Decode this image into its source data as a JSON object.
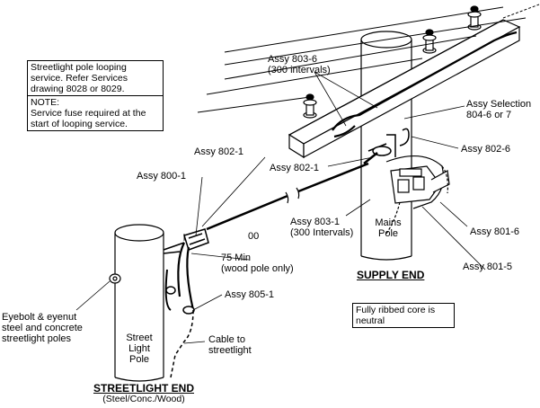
{
  "note_box": {
    "line1": "Streetlight pole looping",
    "line2": "service. Refer Services",
    "line3": "drawing 8028 or 8029.",
    "note_title": "NOTE:",
    "note_line1": "Service fuse required at the",
    "note_line2": "start of looping service."
  },
  "neutral_box": {
    "line1": "Fully ribbed core is",
    "line2": "neutral"
  },
  "labels": {
    "assy_803_6": "Assy 803-6",
    "assy_803_6_sub": "(300 intervals)",
    "assy_selection": "Assy Selection",
    "assy_selection_sub": "804-6 or 7",
    "assy_802_6": "Assy 802-6",
    "assy_802_1_top": "Assy 802-1",
    "assy_802_1_mid": "Assy 802-1",
    "assy_800_1": "Assy 800-1",
    "assy_803_1": "Assy 803-1",
    "assy_803_1_sub": "(300 Intervals)",
    "mains_pole_1": "Mains",
    "mains_pole_2": "Pole",
    "assy_801_6": "Assy 801-6",
    "assy_801_5": "Assy 801-5",
    "zero_zero": "00",
    "min_75": "75 Min",
    "min_75_sub": "(wood pole only)",
    "assy_805_1": "Assy 805-1",
    "eyebolt_1": "Eyebolt & eyenut",
    "eyebolt_2": "steel and concrete",
    "eyebolt_3": "streetlight poles",
    "street_1": "Street",
    "street_2": "Light",
    "street_3": "Pole",
    "cable_1": "Cable to",
    "cable_2": "streetlight",
    "supply_end": "SUPPLY END",
    "streetlight_end": "STREETLIGHT END",
    "streetlight_end_sub": "(Steel/Conc./Wood)"
  }
}
